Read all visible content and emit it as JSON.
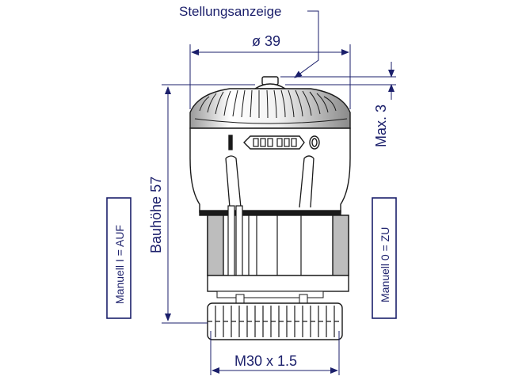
{
  "labels": {
    "position_indicator": "Stellungsanzeige",
    "diameter": "ø 39",
    "max_stroke": "Max. 3",
    "height": "Bauhöhe 57",
    "manual_open": "Manuell I = AUF",
    "manual_closed": "Manuell 0 = ZU",
    "thread": "M30 x 1.5"
  },
  "colors": {
    "dimension": "#1b1f6b",
    "outline": "#1a1a1a",
    "body_fill": "#ffffff",
    "shade": "#bdbdbd"
  }
}
